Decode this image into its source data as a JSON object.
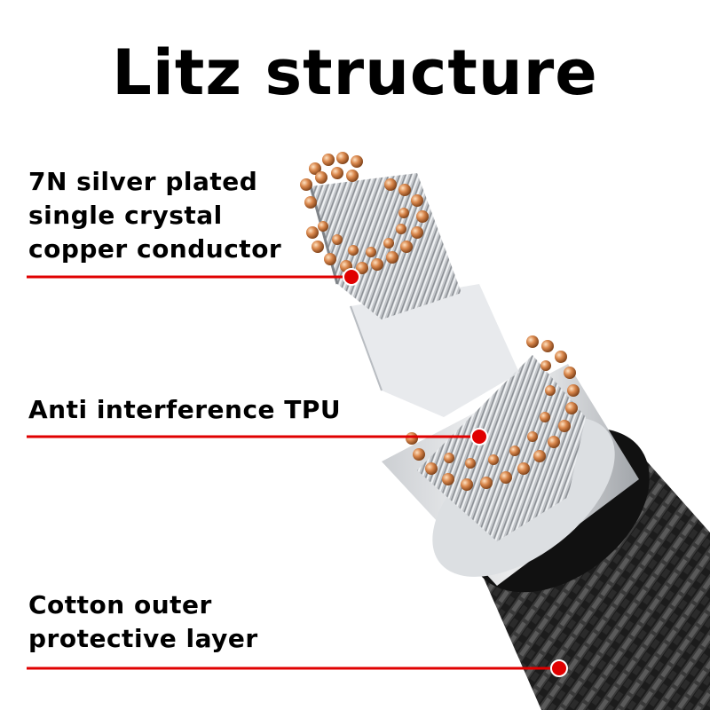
{
  "title": "Litz structure",
  "labels": {
    "conductor": {
      "lines": [
        "7N silver plated",
        "single crystal",
        "copper conductor"
      ]
    },
    "tpu": {
      "lines": [
        "Anti interference TPU"
      ]
    },
    "cotton": {
      "lines": [
        "Cotton outer",
        "protective layer"
      ]
    }
  },
  "colors": {
    "leader_line": "#e00000",
    "copper": "#c8763f",
    "silver": "#cfd2d6",
    "braid": "#2a2a2a",
    "tpu_sleeve": "#e9ebee"
  }
}
